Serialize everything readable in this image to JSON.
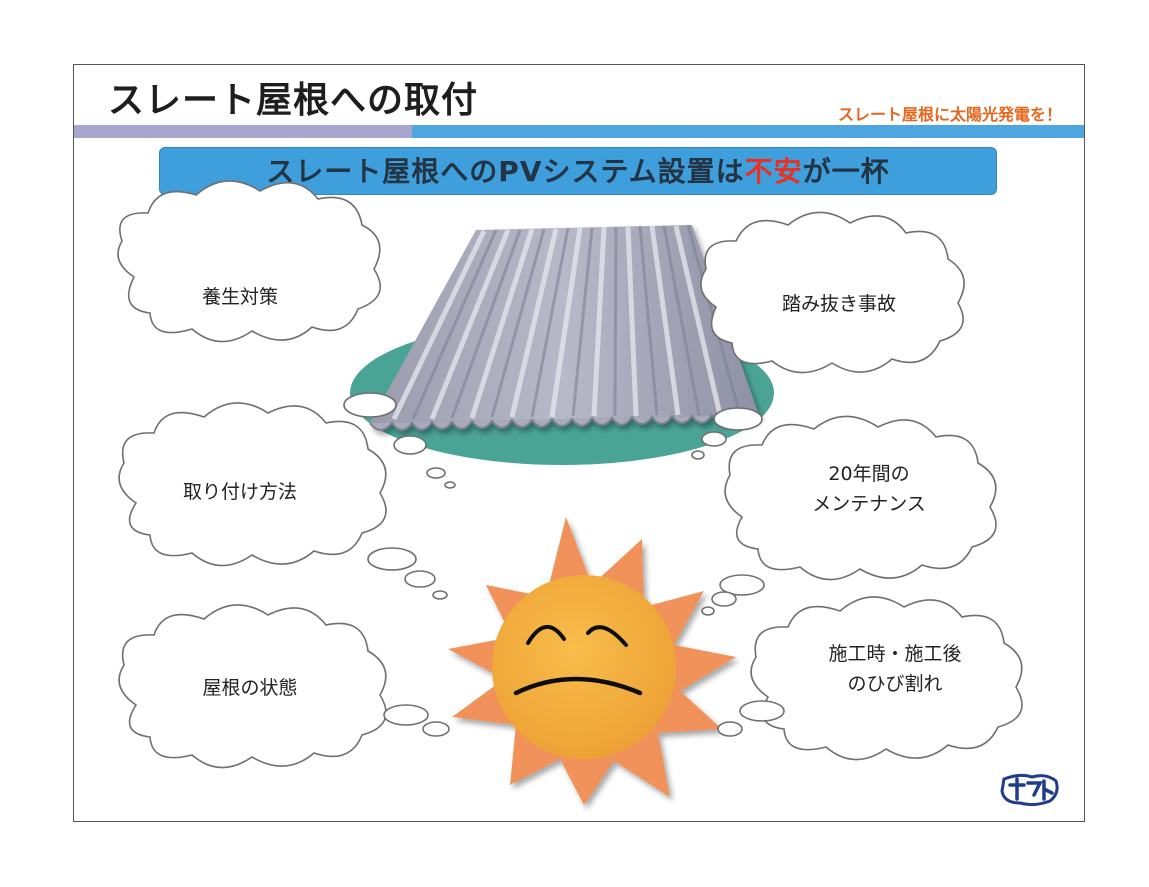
{
  "header": {
    "title": "スレート屋根への取付",
    "subtitle": "スレート屋根に太陽光発電を！"
  },
  "banner": {
    "text_before": "スレート屋根へのPVシステム設置は",
    "text_highlight": "不安",
    "text_after": "が一杯",
    "highlight_color": "#e53224"
  },
  "clouds": {
    "c1": "養生対策",
    "c2": "踏み抜き事故",
    "c3": "取り付け方法",
    "c4_line1": "20年間の",
    "c4_line2": "メンテナンス",
    "c5": "屋根の状態",
    "c6_line1": "施工時・施工後",
    "c6_line2": "のひび割れ"
  },
  "icons": [
    "corrugated-roof-icon",
    "worried-sun-icon",
    "company-logo-icon"
  ],
  "colors": {
    "bar_left": "#a6a6cf",
    "bar_right": "#4da6df",
    "banner": "#3f9fdc",
    "subtitle": "#e8661c",
    "sun": "#f0925a",
    "sun_face": "#f6b13f"
  }
}
